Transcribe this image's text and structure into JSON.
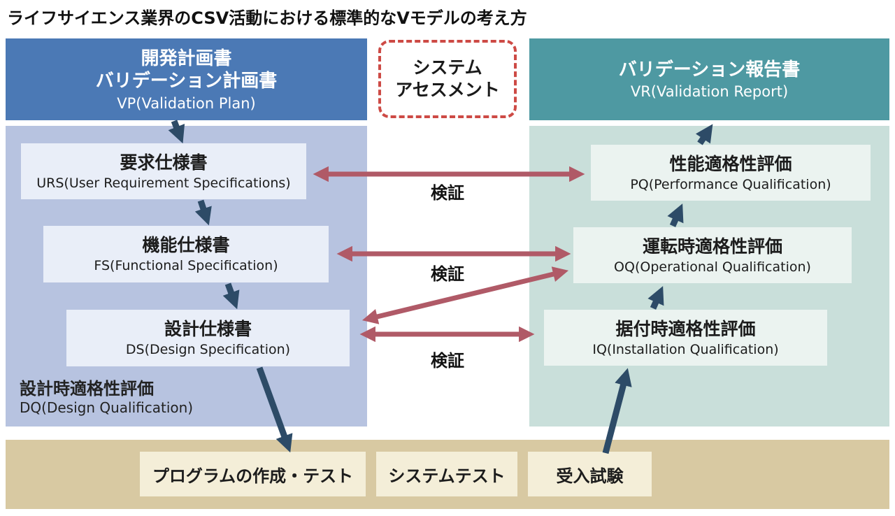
{
  "title": "ライフサイエンス業界のCSV活動における標準的なVモデルの考え方",
  "headers": {
    "plan": {
      "line1": "開発計画書",
      "line2": "バリデーション計画書",
      "sub": "VP(Validation Plan)"
    },
    "assessment": {
      "line1": "システム",
      "line2": "アセスメント"
    },
    "report": {
      "line1": "バリデーション報告書",
      "sub": "VR(Validation Report)"
    }
  },
  "left_column": {
    "boxes": [
      {
        "title": "要求仕様書",
        "sub": "URS(User Requirement Specifications)"
      },
      {
        "title": "機能仕様書",
        "sub": "FS(Functional Specification)"
      },
      {
        "title": "設計仕様書",
        "sub": "DS(Design Specification)"
      }
    ],
    "panel_label": {
      "title": "設計時適格性評価",
      "sub": "DQ(Design Qualification)"
    }
  },
  "right_column": {
    "boxes": [
      {
        "title": "性能適格性評価",
        "sub": "PQ(Performance Qualification)"
      },
      {
        "title": "運転時適格性評価",
        "sub": "OQ(Operational Qualification)"
      },
      {
        "title": "据付時適格性評価",
        "sub": "IQ(Installation Qualification)"
      }
    ]
  },
  "verify_labels": [
    "検証",
    "検証",
    "検証"
  ],
  "bottom_row": [
    "プログラムの作成・テスト",
    "システムテスト",
    "受入試験"
  ],
  "colors": {
    "header_blue": "#4b79b5",
    "header_teal": "#4e99a2",
    "panel_left": "#b7c3e0",
    "panel_right": "#c9dfda",
    "node_left": "#e9eef8",
    "node_right": "#ebf3f0",
    "band_tan": "#d8c9a2",
    "band_box": "#f4eed8",
    "arrow_navy": "#2d4b67",
    "arrow_red": "#b05a67",
    "dashed_border": "#cd4a45"
  }
}
